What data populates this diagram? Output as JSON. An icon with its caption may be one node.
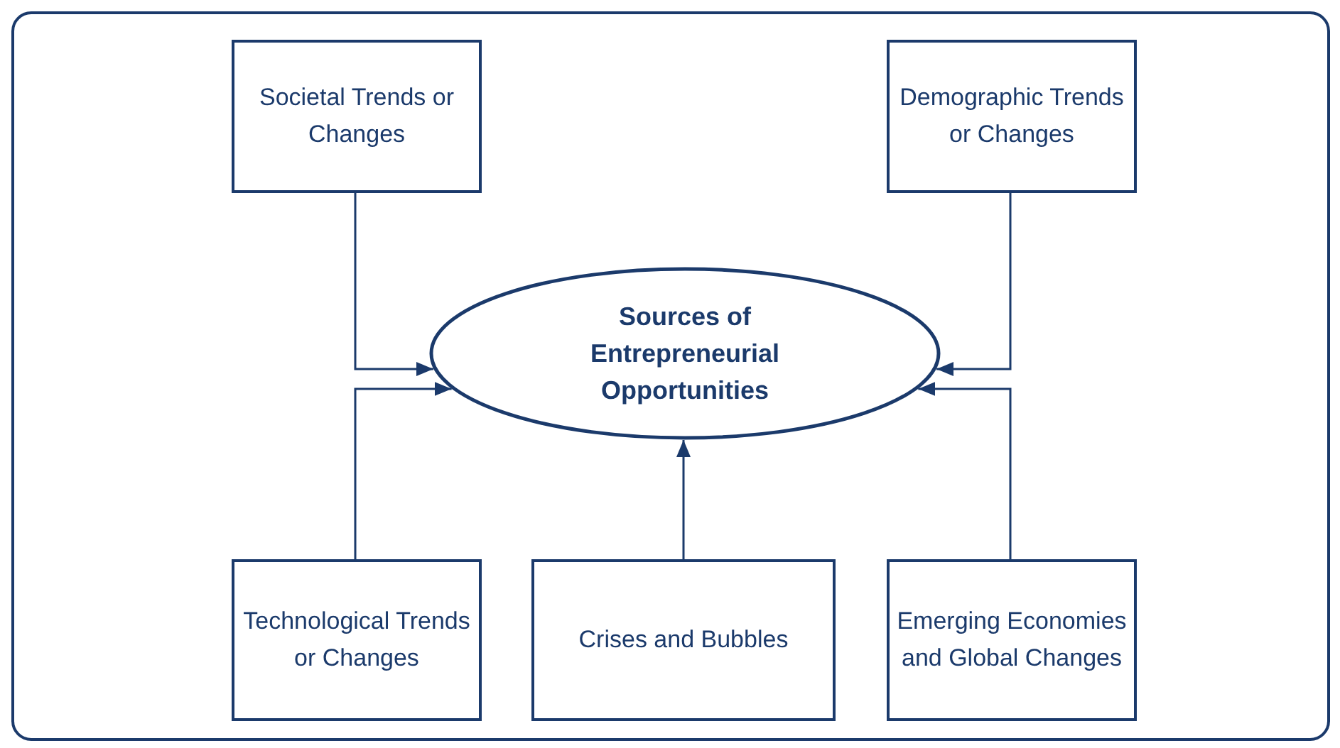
{
  "diagram": {
    "nodes": [
      {
        "text": [
          "Societal Trends or Changes"
        ]
      },
      {
        "text": [
          "Demographic Trends or Changes"
        ]
      },
      {
        "text": [
          "Sources of Entrepreneurial Opportunities"
        ]
      },
      {
        "text": [
          "Technological Trends or Changes"
        ]
      },
      {
        "text": [
          "Crises and Bubbles"
        ]
      },
      {
        "text": [
          "Emerging Economies and Global Changes"
        ]
      }
    ],
    "edges": [
      {
        "from": 0,
        "to": 2,
        "arrow": "to"
      },
      {
        "from": 1,
        "to": 2,
        "arrow": "to"
      },
      {
        "from": 3,
        "to": 2,
        "arrow": "to"
      },
      {
        "from": 4,
        "to": 2,
        "arrow": "to"
      },
      {
        "from": 5,
        "to": 2,
        "arrow": "to"
      }
    ]
  }
}
